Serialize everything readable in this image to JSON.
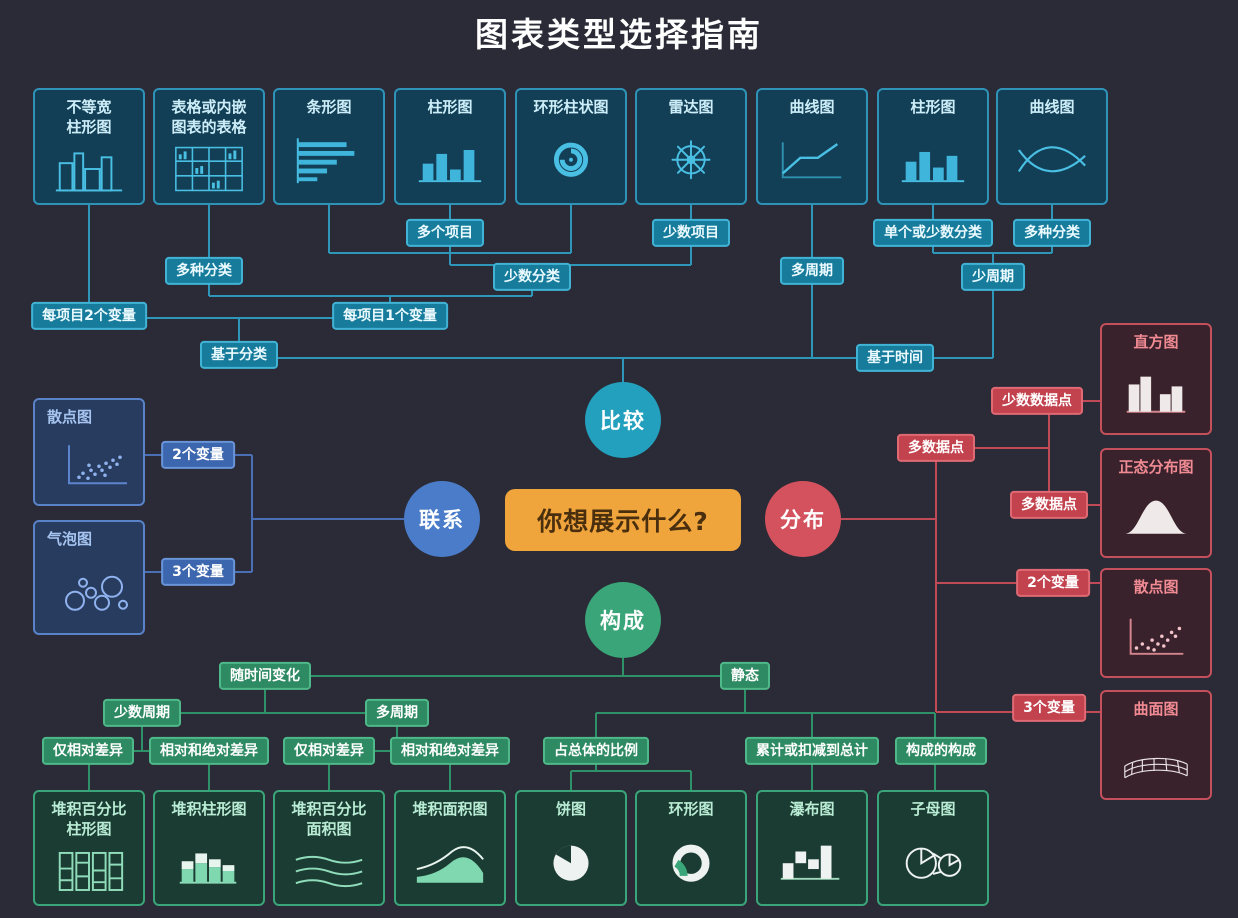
{
  "title": "图表类型选择指南",
  "center_question": "你想展示什么?",
  "branches": {
    "comparison": {
      "label": "比较"
    },
    "relationship": {
      "label": "联系"
    },
    "distribution": {
      "label": "分布"
    },
    "composition": {
      "label": "构成"
    }
  },
  "colors": {
    "background": "#2a2b36",
    "teal": "#22a0be",
    "blue": "#4a7cc9",
    "red": "#d4525e",
    "green": "#3aa578",
    "orange": "#f0a43c"
  },
  "comparison_cards": [
    {
      "label": "不等宽\n柱形图",
      "icon": "variable-width-column-chart"
    },
    {
      "label": "表格或内嵌\n图表的表格",
      "icon": "table-with-embedded-charts"
    },
    {
      "label": "条形图",
      "icon": "bar-chart"
    },
    {
      "label": "柱形图",
      "icon": "column-chart"
    },
    {
      "label": "环形柱状图",
      "icon": "circular-bar-chart"
    },
    {
      "label": "雷达图",
      "icon": "radar-chart"
    },
    {
      "label": "曲线图",
      "icon": "line-chart"
    },
    {
      "label": "柱形图",
      "icon": "column-chart"
    },
    {
      "label": "曲线图",
      "icon": "curve-chart"
    }
  ],
  "comparison_labels": {
    "many_items": "多个项目",
    "few_items": "少数项目",
    "many_categories_left": "多种分类",
    "few_categories": "少数分类",
    "many_periods": "多周期",
    "single_or_few_categories": "单个或少数分类",
    "many_categories_right": "多种分类",
    "few_periods": "少周期",
    "two_vars_per_item": "每项目2个变量",
    "one_var_per_item": "每项目1个变量",
    "category_based": "基于分类",
    "time_based": "基于时间"
  },
  "relationship_cards": [
    {
      "label": "散点图",
      "icon": "scatter-plot"
    },
    {
      "label": "气泡图",
      "icon": "bubble-chart"
    }
  ],
  "relationship_labels": {
    "two_variables": "2个变量",
    "three_variables": "3个变量"
  },
  "distribution_cards": [
    {
      "label": "直方图",
      "icon": "histogram"
    },
    {
      "label": "正态分布图",
      "icon": "normal-distribution-chart"
    },
    {
      "label": "散点图",
      "icon": "scatter-plot"
    },
    {
      "label": "曲面图",
      "icon": "surface-chart"
    }
  ],
  "distribution_labels": {
    "few_data_points": "少数数据点",
    "many_data_points_1": "多数据点",
    "many_data_points_2": "多数据点",
    "two_variables": "2个变量",
    "three_variables": "3个变量"
  },
  "composition_labels": {
    "changing_over_time": "随时间变化",
    "static": "静态",
    "few_periods": "少数周期",
    "many_periods": "多周期",
    "only_relative_1": "仅相对差异",
    "relative_and_absolute_1": "相对和绝对差异",
    "only_relative_2": "仅相对差异",
    "relative_and_absolute_2": "相对和绝对差异",
    "share_of_total": "占总体的比例",
    "accumulation_to_total": "累计或扣减到总计",
    "components_of_components": "构成的构成"
  },
  "composition_cards": [
    {
      "label": "堆积百分比\n柱形图",
      "icon": "stacked-100-column-chart"
    },
    {
      "label": "堆积柱形图",
      "icon": "stacked-column-chart"
    },
    {
      "label": "堆积百分比\n面积图",
      "icon": "stacked-100-area-chart"
    },
    {
      "label": "堆积面积图",
      "icon": "stacked-area-chart"
    },
    {
      "label": "饼图",
      "icon": "pie-chart"
    },
    {
      "label": "环形图",
      "icon": "donut-chart"
    },
    {
      "label": "瀑布图",
      "icon": "waterfall-chart"
    },
    {
      "label": "子母图",
      "icon": "pie-of-pie-chart"
    }
  ]
}
